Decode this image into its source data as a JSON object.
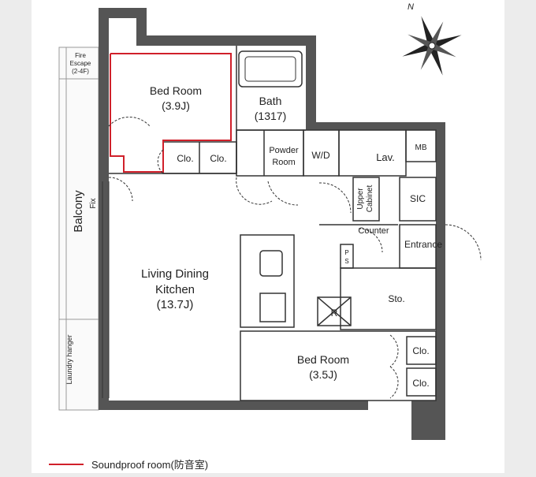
{
  "plan": {
    "rooms": {
      "bed_room_1": {
        "name": "Bed Room",
        "size": "(3.9J)"
      },
      "bath": {
        "name": "Bath",
        "size": "(1317)"
      },
      "powder_room": {
        "line1": "Powder",
        "line2": "Room"
      },
      "wd": "W/D",
      "lav": "Lav.",
      "mb": "MB",
      "sic": "SIC",
      "upper_cabinet": {
        "line1": "Upper",
        "line2": "Cabinet"
      },
      "counter": "Counter",
      "entrance": "Entrance",
      "ps": {
        "line1": "P",
        "line2": "S"
      },
      "sto": "Sto.",
      "refrigerator": "R",
      "living": {
        "line1": "Living Dining",
        "line2": "Kitchen",
        "size": "(13.7J)"
      },
      "bed_room_2": {
        "name": "Bed Room",
        "size": "(3.5J)"
      },
      "closet": "Clo.",
      "balcony": "Balcony",
      "fix": "Fix",
      "laundry": "Laundry hanger",
      "fire_escape": {
        "line1": "Fire",
        "line2": "Escape",
        "line3": "(2-4F)"
      }
    },
    "compass_label": "N",
    "legend_text": "Soundproof room(防音室)",
    "colors": {
      "wall": "#555555",
      "soundproof": "#d0202a",
      "floor": "#ffffff",
      "page": "#ececec"
    }
  }
}
